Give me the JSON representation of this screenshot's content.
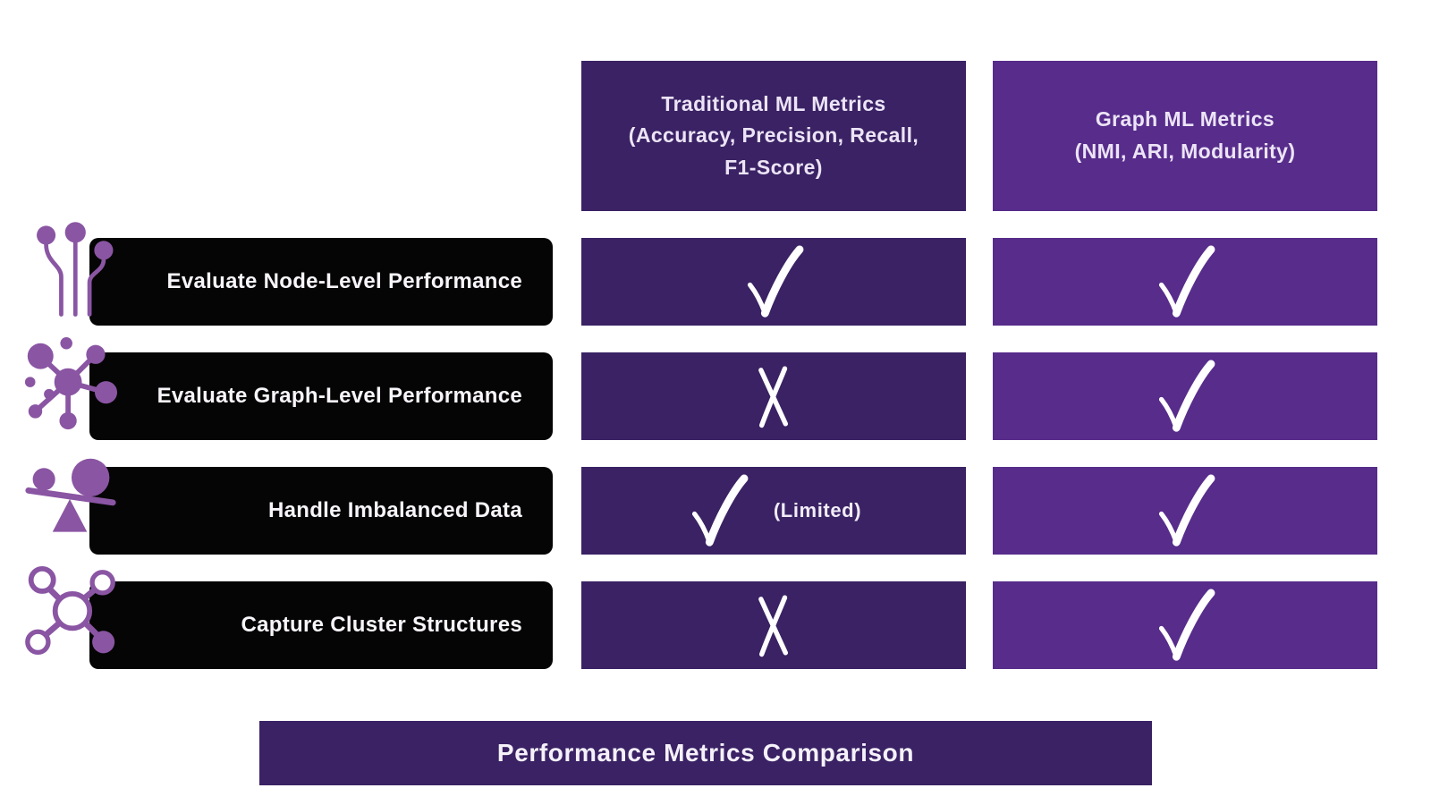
{
  "colors": {
    "dark_purple": "#3a2264",
    "light_purple": "#572c8b",
    "icon_purple": "#8a55a3",
    "bar_black": "#050505",
    "text_white": "#f8f5fa"
  },
  "columns": [
    {
      "id": "traditional",
      "label": "Traditional ML Metrics\n(Accuracy, Precision, Recall,\nF1-Score)"
    },
    {
      "id": "graph",
      "label": "Graph ML Metrics\n(NMI, ARI, Modularity)"
    }
  ],
  "rows": [
    {
      "label": "Evaluate Node-Level Performance",
      "icon": "node-pins-icon",
      "traditional": {
        "mark": "check",
        "note": ""
      },
      "graph": {
        "mark": "check",
        "note": ""
      }
    },
    {
      "label": "Evaluate Graph-Level Performance",
      "icon": "network-hub-icon",
      "traditional": {
        "mark": "cross",
        "note": ""
      },
      "graph": {
        "mark": "check",
        "note": ""
      }
    },
    {
      "label": "Handle Imbalanced Data",
      "icon": "balance-scale-icon",
      "traditional": {
        "mark": "check",
        "note": "(Limited)"
      },
      "graph": {
        "mark": "check",
        "note": ""
      }
    },
    {
      "label": "Capture Cluster Structures",
      "icon": "cluster-graph-icon",
      "traditional": {
        "mark": "cross",
        "note": ""
      },
      "graph": {
        "mark": "check",
        "note": ""
      }
    }
  ],
  "footer": {
    "title": "Performance Metrics Comparison"
  }
}
